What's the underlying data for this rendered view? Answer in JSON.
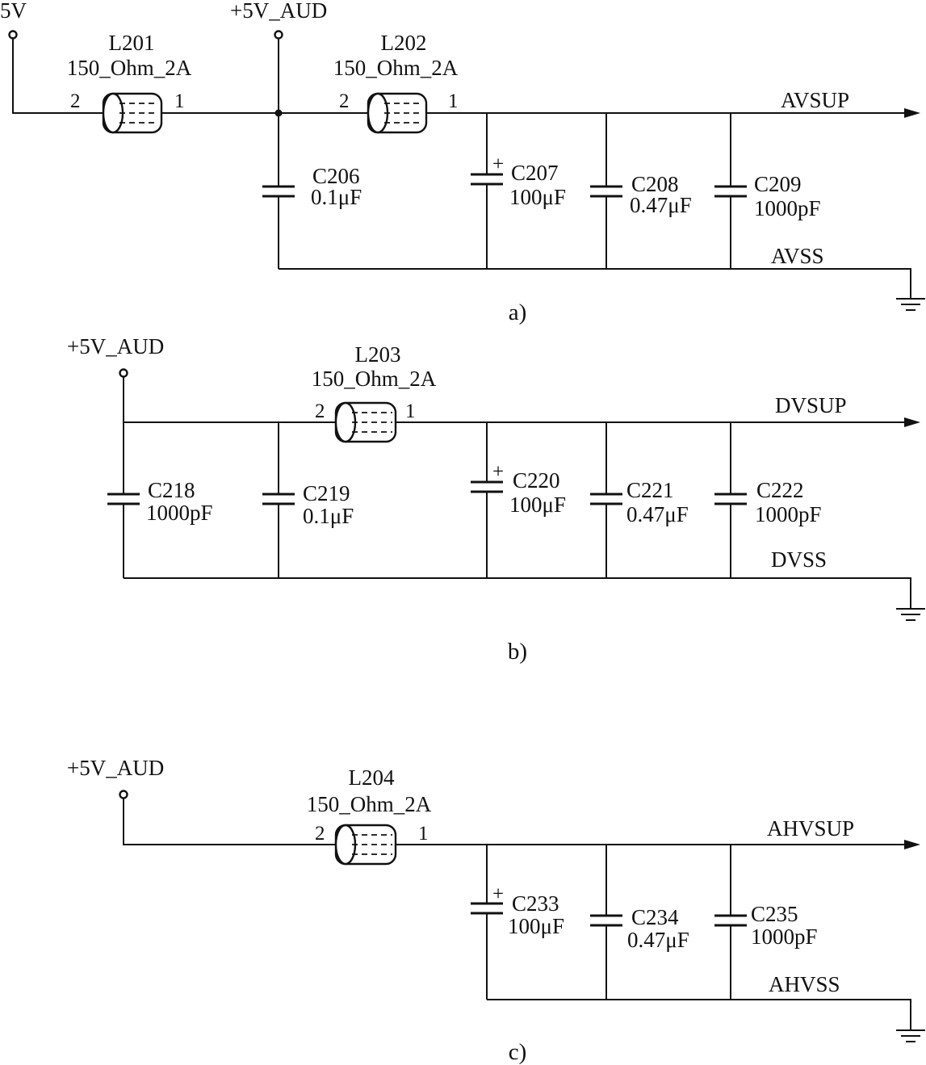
{
  "a": {
    "caption": "a)",
    "sources": [
      "5V",
      "+5V_AUD"
    ],
    "inductors": [
      {
        "ref": "L201",
        "value": "150_Ohm_2A",
        "pin_left": "2",
        "pin_right": "1"
      },
      {
        "ref": "L202",
        "value": "150_Ohm_2A",
        "pin_left": "2",
        "pin_right": "1"
      }
    ],
    "capacitors": [
      {
        "ref": "C206",
        "value": "0.1μF",
        "polarized": false
      },
      {
        "ref": "C207",
        "value": "100μF",
        "polarized": true
      },
      {
        "ref": "C208",
        "value": "0.47μF",
        "polarized": false
      },
      {
        "ref": "C209",
        "value": "1000pF",
        "polarized": false
      }
    ],
    "supply_net": "AVSUP",
    "ground_net": "AVSS"
  },
  "b": {
    "caption": "b)",
    "source": "+5V_AUD",
    "inductor": {
      "ref": "L203",
      "value": "150_Ohm_2A",
      "pin_left": "2",
      "pin_right": "1"
    },
    "capacitors": [
      {
        "ref": "C218",
        "value": "1000pF",
        "polarized": false
      },
      {
        "ref": "C219",
        "value": "0.1μF",
        "polarized": false
      },
      {
        "ref": "C220",
        "value": "100μF",
        "polarized": true
      },
      {
        "ref": "C221",
        "value": "0.47μF",
        "polarized": false
      },
      {
        "ref": "C222",
        "value": "1000pF",
        "polarized": false
      }
    ],
    "supply_net": "DVSUP",
    "ground_net": "DVSS"
  },
  "c": {
    "caption": "c)",
    "source": "+5V_AUD",
    "inductor": {
      "ref": "L204",
      "value": "150_Ohm_2A",
      "pin_left": "2",
      "pin_right": "1"
    },
    "capacitors": [
      {
        "ref": "C233",
        "value": "100μF",
        "polarized": true
      },
      {
        "ref": "C234",
        "value": "0.47μF",
        "polarized": false
      },
      {
        "ref": "C235",
        "value": "1000pF",
        "polarized": false
      }
    ],
    "supply_net": "AHVSUP",
    "ground_net": "AHVSS"
  },
  "symbols": {
    "plus": "+"
  }
}
